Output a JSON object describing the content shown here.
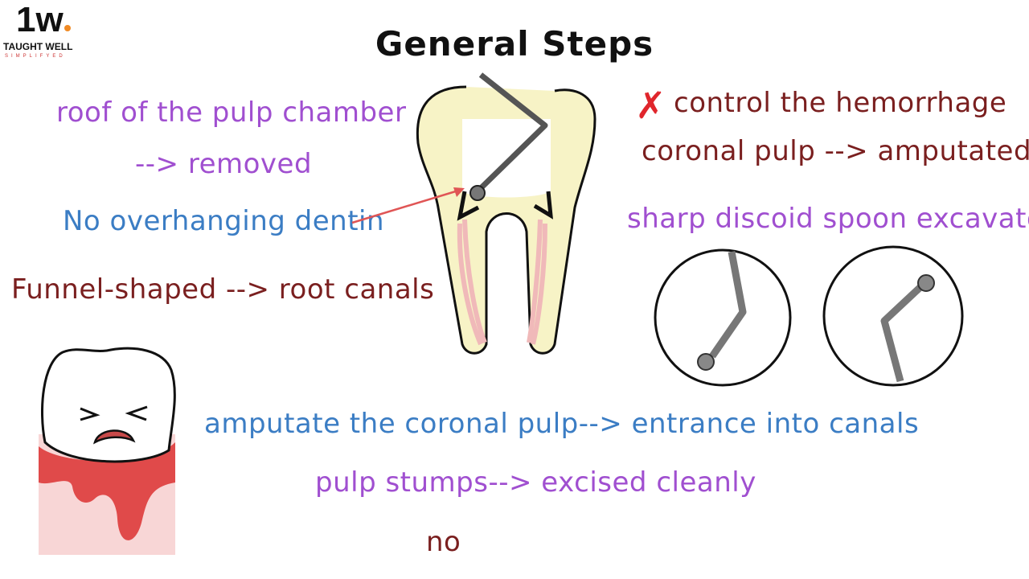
{
  "logo": {
    "mark": "1w",
    "name": "TAUGHT WELL",
    "tagline": "SIMPLIFYED"
  },
  "title": "General Steps",
  "left_notes": {
    "roof": "roof of the pulp chamber",
    "removed": "--> removed",
    "overhang": "No overhanging dentin",
    "funnel": "Funnel-shaped --> root canals"
  },
  "right_notes": {
    "no_mark": "✗",
    "control": "control the hemorrhage",
    "coronal": "coronal pulp --> amputated",
    "excavator": "sharp discoid spoon excavator"
  },
  "bottom_notes": {
    "amputate": "amputate the coronal pulp--> entrance into canals",
    "stumps": "pulp stumps--> excised cleanly",
    "partial": "no"
  },
  "colors": {
    "purple": "#a04fd0",
    "blue": "#3b7dc4",
    "maroon": "#7a1f1f",
    "accent_red": "#e0262c",
    "logo_orange": "#f08a24"
  }
}
